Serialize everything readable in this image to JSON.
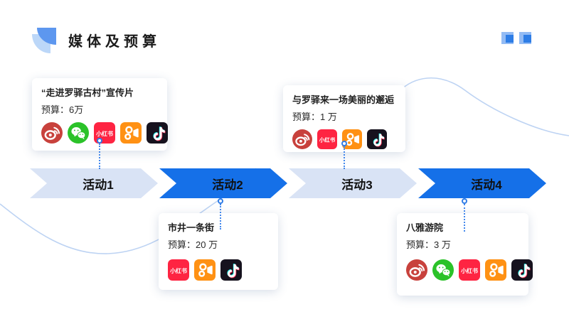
{
  "slide": {
    "title": "媒体及预算"
  },
  "activities": [
    {
      "label": "活动1",
      "tone": "light",
      "card": {
        "title": "“走进罗驿古村”宣传片",
        "budget": "预算：6万",
        "position": "top",
        "platforms": [
          "weibo",
          "wechat",
          "xiaohongshu",
          "kuaishou",
          "douyin"
        ]
      }
    },
    {
      "label": "活动2",
      "tone": "dark",
      "card": {
        "title": "市井一条街",
        "budget": "预算：20 万",
        "position": "bottom",
        "platforms": [
          "xiaohongshu",
          "kuaishou",
          "douyin"
        ]
      }
    },
    {
      "label": "活动3",
      "tone": "light",
      "card": {
        "title": "与罗驿来一场美丽的邂逅",
        "budget": "预算：1 万",
        "position": "top",
        "platforms": [
          "weibo",
          "xiaohongshu",
          "kuaishou",
          "douyin"
        ]
      }
    },
    {
      "label": "活动4",
      "tone": "dark",
      "card": {
        "title": "八雅游院",
        "budget": "预算：3 万",
        "position": "bottom",
        "platforms": [
          "weibo",
          "wechat",
          "xiaohongshu",
          "kuaishou",
          "douyin"
        ]
      }
    }
  ],
  "icons": {
    "weibo": {
      "name": "weibo-icon",
      "color": "#c8413c"
    },
    "wechat": {
      "name": "wechat-icon",
      "color": "#2bc229"
    },
    "xiaohongshu": {
      "name": "xiaohongshu-icon",
      "color": "#fe2442",
      "label": "小红书"
    },
    "kuaishou": {
      "name": "kuaishou-icon",
      "color": "#ff9114"
    },
    "douyin": {
      "name": "douyin-icon",
      "color": "#16121e",
      "accent_cyan": "#25f4ee",
      "accent_red": "#fe2c55"
    }
  },
  "colors": {
    "arrow_light": "#d9e3f5",
    "arrow_dark": "#1570e8",
    "connector": "#3c86ec",
    "background_curve": "#bdd3f3",
    "title_text": "#1b1b1b"
  }
}
